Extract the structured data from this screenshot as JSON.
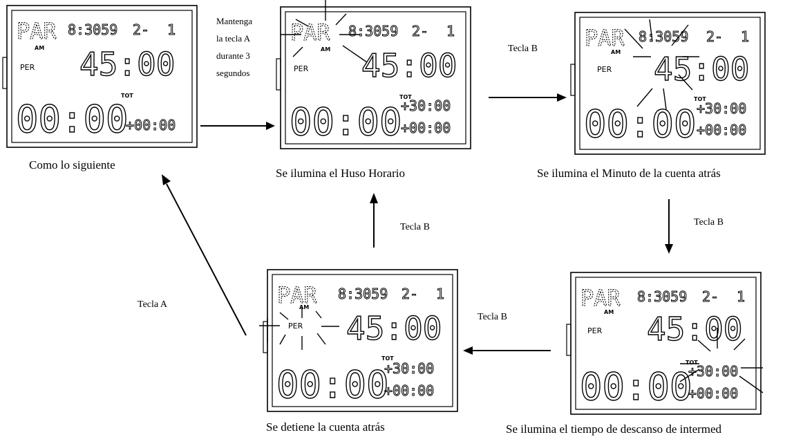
{
  "captions": {
    "panel1": "Como lo siguiente",
    "panel2": "Se ilumina el Huso Horario",
    "panel3": "Se ilumina el Minuto de la cuenta atrás",
    "panel4": "Se detiene la cuenta atrás",
    "panel5": "Se ilumina el tiempo de descanso de intermed"
  },
  "note_lines": [
    "Mantenga",
    "la tecla A",
    "durante 3",
    "segundos"
  ],
  "arrow_labels": {
    "p2_to_p3": "Tecla B",
    "p3_to_p5": "Tecla B",
    "p5_to_p4": "Tecla B",
    "p4_to_p2": "Tecla B",
    "p4_to_p1": "Tecla A"
  },
  "lcd": {
    "zone": "PAR",
    "clock": "8:3059",
    "day": "2-",
    "mark": "1",
    "ampm": "AM",
    "timer": "45:00",
    "per_label": "PER",
    "main_time": "00:00",
    "tot_label": "TOT",
    "offset_top": "+30:00",
    "offset_bottom": "+00:00"
  }
}
